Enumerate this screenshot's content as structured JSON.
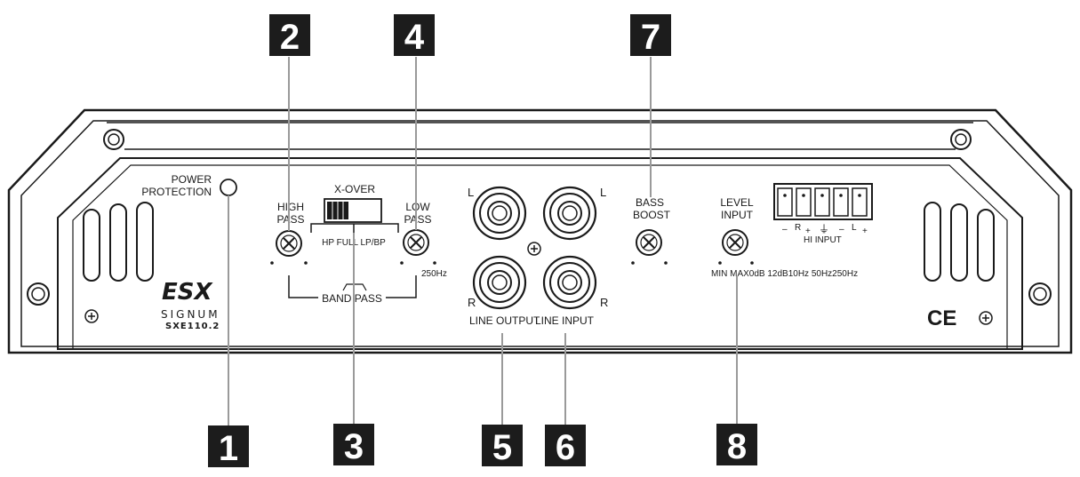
{
  "labels": {
    "power_protection_line1": "POWER",
    "power_protection_line2": "PROTECTION",
    "high_pass_line1": "HIGH",
    "high_pass_line2": "PASS",
    "xover": "X-OVER",
    "xover_modes": "HP FULL LP/BP",
    "low_pass_line1": "LOW",
    "low_pass_line2": "PASS",
    "low_pass_freq": "250Hz",
    "band_pass": "BAND PASS",
    "rca_left_1": "L",
    "rca_left_2": "L",
    "rca_right_1": "R",
    "rca_right_2": "R",
    "line_output": "LINE OUTPUT",
    "line_input": "LINE INPUT",
    "bass_boost_line1": "BASS",
    "bass_boost_line2": "BOOST",
    "level_input_line1": "LEVEL",
    "level_input_line2": "INPUT",
    "level_scale": "MIN MAX0dB 12dB10Hz 50Hz250Hz",
    "hi_input": "HI INPUT",
    "hi_input_pins": [
      "–",
      "R",
      "+",
      "⏚",
      "–",
      "L",
      "+"
    ],
    "brand_logo": "ESX",
    "brand_series": "SIGNUM",
    "model": "SXE110.2",
    "ce_mark": "CE"
  },
  "callouts": [
    "1",
    "2",
    "3",
    "4",
    "5",
    "6",
    "7",
    "8"
  ],
  "colors": {
    "ink": "#1a1a1a",
    "callout_bg": "#1c1c1c",
    "leader": "#9a9a9a",
    "panel": "#ffffff"
  }
}
